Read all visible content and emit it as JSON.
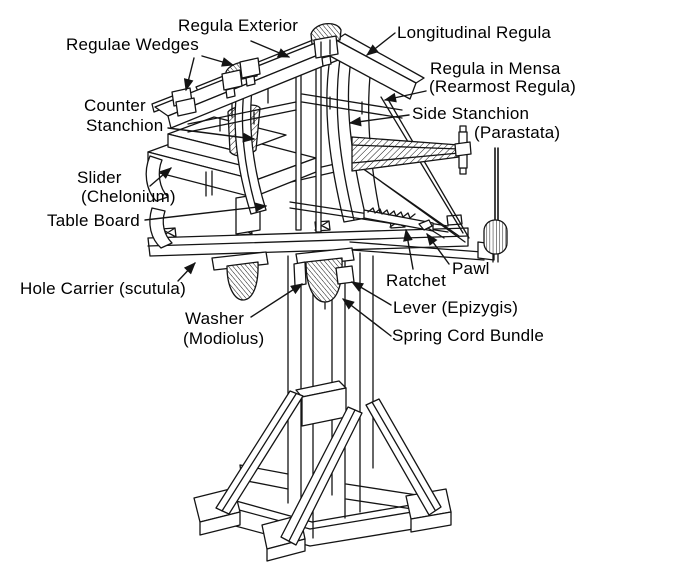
{
  "figure": {
    "description": "Black-and-white isometric line drawing of an ancient torsion catapult (ballista) frame mounted on a wooden stand, with named parts indicated by arrowed leader lines",
    "background_color": "#ffffff",
    "line_color": "#141414",
    "labels": {
      "regula_exterior": "Regula Exterior",
      "regulae_wedges": "Regulae Wedges",
      "longitudinal_regula": "Longitudinal Regula",
      "regula_in_mensa_line1": "Regula in Mensa",
      "regula_in_mensa_line2": "(Rearmost Regula)",
      "side_stanchion_line1": "Side Stanchion",
      "side_stanchion_line2": "(Parastata)",
      "counter_stanchion_line1": "Counter",
      "counter_stanchion_line2": "Stanchion",
      "slider_line1": "Slider",
      "slider_line2": "(Chelonium)",
      "table_board": "Table Board",
      "hole_carrier": "Hole Carrier (scutula)",
      "washer_line1": "Washer",
      "washer_line2": "(Modiolus)",
      "ratchet": "Ratchet",
      "pawl": "Pawl",
      "lever": "Lever (Epizygis)",
      "spring_cord_bundle": "Spring Cord Bundle"
    }
  }
}
